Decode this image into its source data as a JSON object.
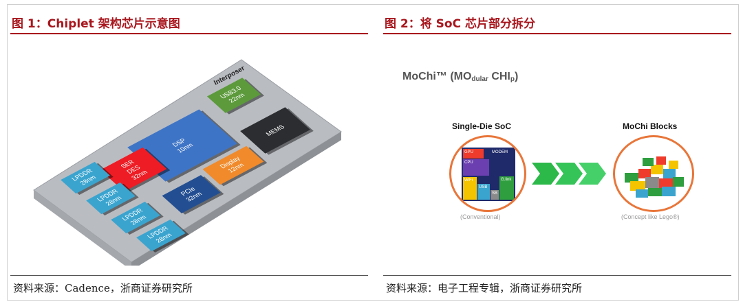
{
  "left": {
    "title": "图 1：Chiplet 架构芯片示意图",
    "source": "资料来源：Cadence，浙商证券研究所",
    "interposer_label": "Interposer",
    "chips": {
      "usb": "USB3.0\n22nm",
      "dsp": "DSP\n10nm",
      "mems": "MEMS",
      "serdes": "SER\nDES\n32nm",
      "display": "Display\n12nm",
      "pcie": "PCIe\n32nm",
      "lpddr1": "LPDDR\n28nm",
      "lpddr2": "LPDDR\n28nm",
      "lpddr3": "LPDDR\n28nm",
      "lpddr4": "LPDDR\n28nm"
    }
  },
  "right": {
    "title": "图 2：将 SoC 芯片部分拆分",
    "source": "资料来源：电子工程专辑，浙商证券研究所",
    "mochi_title": "MoChi™ (MO",
    "mochi_sub1": "dular",
    "mochi_title2": " CHI",
    "mochi_sub2": "p",
    "mochi_close": ")",
    "single_die_label": "Single-Die SoC",
    "mochi_blocks_label": "MoChi Blocks",
    "conventional_caption": "(Conventional)",
    "lego_caption": "(Concept like Lego®)",
    "soc_blocks": {
      "gpu": "GPU",
      "cpu": "CPU",
      "modem": "MODEM",
      "wifi": "WiFi",
      "usb": "USB",
      "glink": "G.link",
      "sata": "SB"
    }
  }
}
